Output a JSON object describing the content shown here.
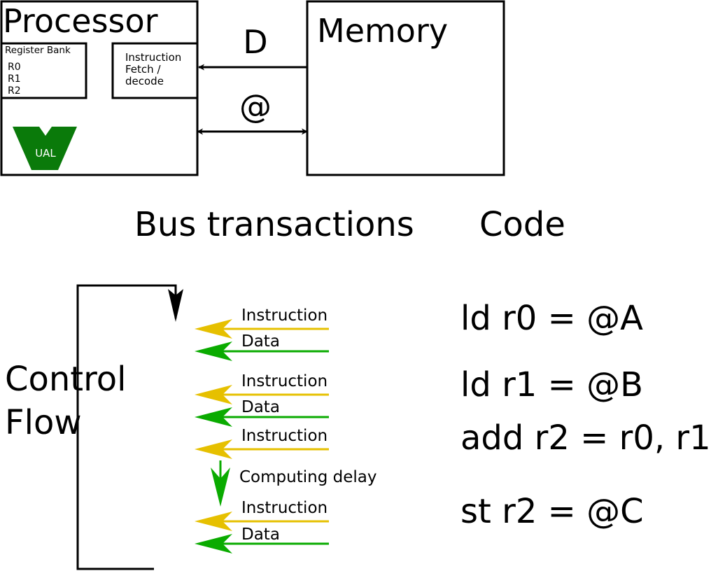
{
  "processor": {
    "title": "Processor",
    "register_bank": {
      "title": "Register Bank",
      "registers": [
        "R0",
        "R1",
        "R2"
      ]
    },
    "fetch_unit": {
      "lines": [
        "Instruction",
        "Fetch /",
        "decode"
      ]
    },
    "alu_label": "UAL"
  },
  "memory": {
    "title": "Memory"
  },
  "buses": {
    "data_label": "D",
    "address_label": "@"
  },
  "headings": {
    "bus_transactions": "Bus transactions",
    "code": "Code"
  },
  "control_flow": {
    "lines": [
      "Control",
      "Flow"
    ]
  },
  "transactions": {
    "instruction_label": "Instruction",
    "data_label": "Data",
    "delay_label": "Computing delay"
  },
  "code": {
    "instructions": [
      "ld r0 = @A",
      "ld r1 = @B",
      "add r2 = r0, r1",
      "st r2 = @C"
    ]
  },
  "colors": {
    "instruction_arrow": "#e6c000",
    "data_arrow": "#0aab00",
    "alu_fill": "#0a7a0a",
    "stroke": "#000000"
  }
}
